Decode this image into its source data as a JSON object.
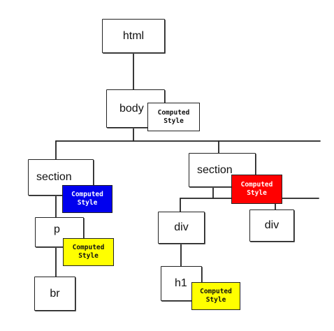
{
  "nodes": {
    "html": "html",
    "body": "body",
    "section_left": "section",
    "section_right": "section",
    "p": "p",
    "br": "br",
    "div_left": "div",
    "div_right": "div",
    "h1": "h1"
  },
  "computed_style": {
    "line1": "Computed",
    "line2": "Style"
  },
  "colors": {
    "blue": "#0000ee",
    "red": "#ff0000",
    "yellow": "#ffff00",
    "white": "#ffffff",
    "stroke": "#222222"
  }
}
